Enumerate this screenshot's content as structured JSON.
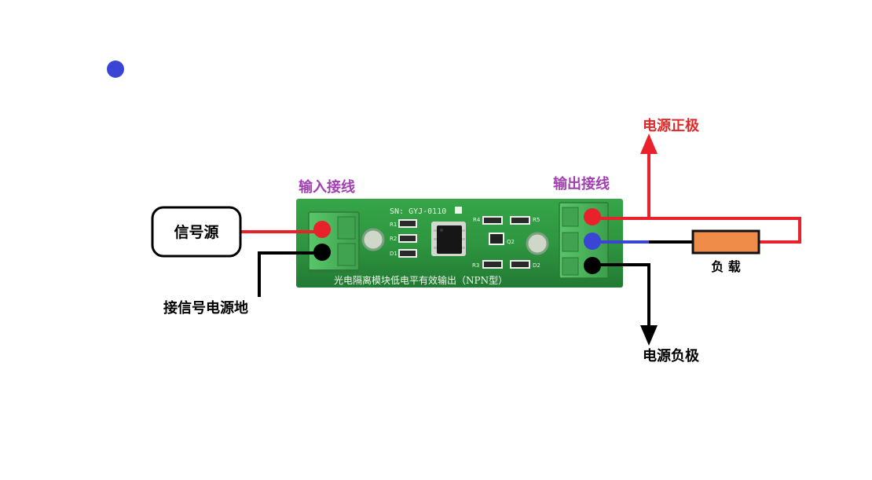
{
  "labels": {
    "input_wiring": "输入接线",
    "output_wiring": "输出接线",
    "power_positive": "电源正极",
    "power_negative": "电源负极",
    "signal_source": "信号源",
    "signal_ground": "接信号电源地",
    "load": "负 载"
  },
  "board": {
    "serial": "SN: GYJ-0110",
    "title": "光电隔离模块低电平有效输出（NPN型）",
    "components": {
      "r1": "R1",
      "r2": "R2",
      "d1": "D1",
      "r4": "R4",
      "r5": "R5",
      "q2": "Q2",
      "r3": "R3",
      "d2": "D2"
    }
  },
  "colors": {
    "wire_red": "#e8212a",
    "wire_black": "#000000",
    "wire_blue": "#3a45d6",
    "board_green": "#2f9a3e",
    "terminal_green": "#4cb55b",
    "load_fill": "#f08c4a",
    "label_purple": "#a23fb0",
    "label_red": "#e02a2a",
    "dot_blue": "#3a45d6"
  }
}
